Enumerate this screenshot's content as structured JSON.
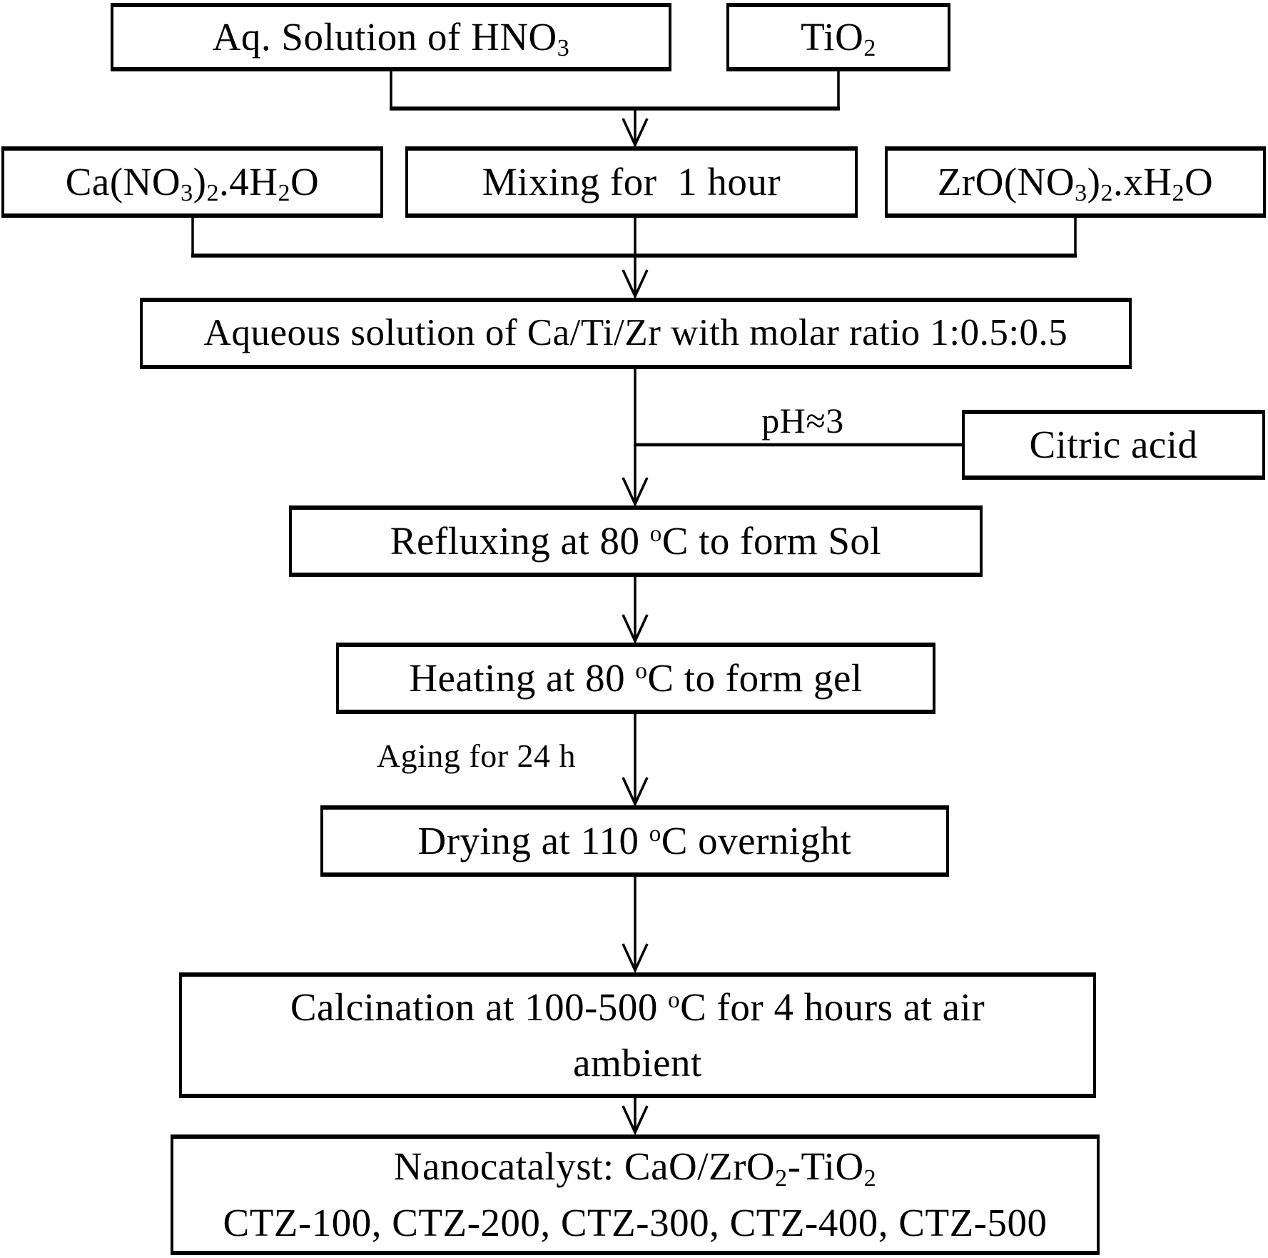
{
  "diagram": {
    "type": "flowchart",
    "title": "Sol-gel synthesis procedure of CaO/ZrO2-TiO2 nanocatalyst",
    "colors": {
      "background": "#ffffff",
      "line": "#000000",
      "text": "#000000",
      "node_fill": "#ffffff"
    },
    "nodes": {
      "aq_hno3": {
        "label": [
          {
            "t": "Aq. Solution of HNO"
          },
          {
            "t": "3",
            "sub": true
          }
        ]
      },
      "tio2": {
        "label": [
          {
            "t": "TiO"
          },
          {
            "t": "2",
            "sub": true
          }
        ]
      },
      "ca_nitrate": {
        "label": [
          {
            "t": "Ca(NO"
          },
          {
            "t": "3",
            "sub": true
          },
          {
            "t": ")"
          },
          {
            "t": "2",
            "sub": true
          },
          {
            "t": ".4H"
          },
          {
            "t": "2",
            "sub": true
          },
          {
            "t": "O"
          }
        ]
      },
      "mixing": {
        "label": [
          {
            "t": "Mixing for  1 hour"
          }
        ]
      },
      "zro_nitrate": {
        "label": [
          {
            "t": "ZrO(NO"
          },
          {
            "t": "3",
            "sub": true
          },
          {
            "t": ")"
          },
          {
            "t": "2",
            "sub": true
          },
          {
            "t": ".xH"
          },
          {
            "t": "2",
            "sub": true
          },
          {
            "t": "O"
          }
        ]
      },
      "aqueous": {
        "label": [
          {
            "t": "Aqueous solution of Ca/Ti/Zr with molar ratio 1:0.5:0.5"
          }
        ]
      },
      "citric": {
        "label": [
          {
            "t": "Citric acid"
          }
        ]
      },
      "refluxing": {
        "label": [
          {
            "t": "Refluxing at 80 "
          },
          {
            "t": "o",
            "sup": true
          },
          {
            "t": "C to form Sol"
          }
        ]
      },
      "heating": {
        "label": [
          {
            "t": "Heating at 80 "
          },
          {
            "t": "o",
            "sup": true
          },
          {
            "t": "C to form gel"
          }
        ]
      },
      "drying": {
        "label": [
          {
            "t": "Drying at 110 "
          },
          {
            "t": "o",
            "sup": true
          },
          {
            "t": "C overnight"
          }
        ]
      },
      "calcination": {
        "label": [
          {
            "t": "Calcination at 100-500 "
          },
          {
            "t": "o",
            "sup": true
          },
          {
            "t": "C for 4 hours at air"
          },
          {
            "br": true
          },
          {
            "t": "ambient"
          }
        ]
      },
      "product": {
        "label": [
          {
            "t": "Nanocatalyst: CaO/ZrO"
          },
          {
            "t": "2",
            "sub": true
          },
          {
            "t": "-TiO"
          },
          {
            "t": "2",
            "sub": true
          },
          {
            "br": true
          },
          {
            "t": "CTZ-100, CTZ-200, CTZ-300, CTZ-400, CTZ-500"
          }
        ]
      }
    },
    "edge_labels": {
      "ph": "pH≈3",
      "aging": "Aging for 24 h"
    }
  }
}
